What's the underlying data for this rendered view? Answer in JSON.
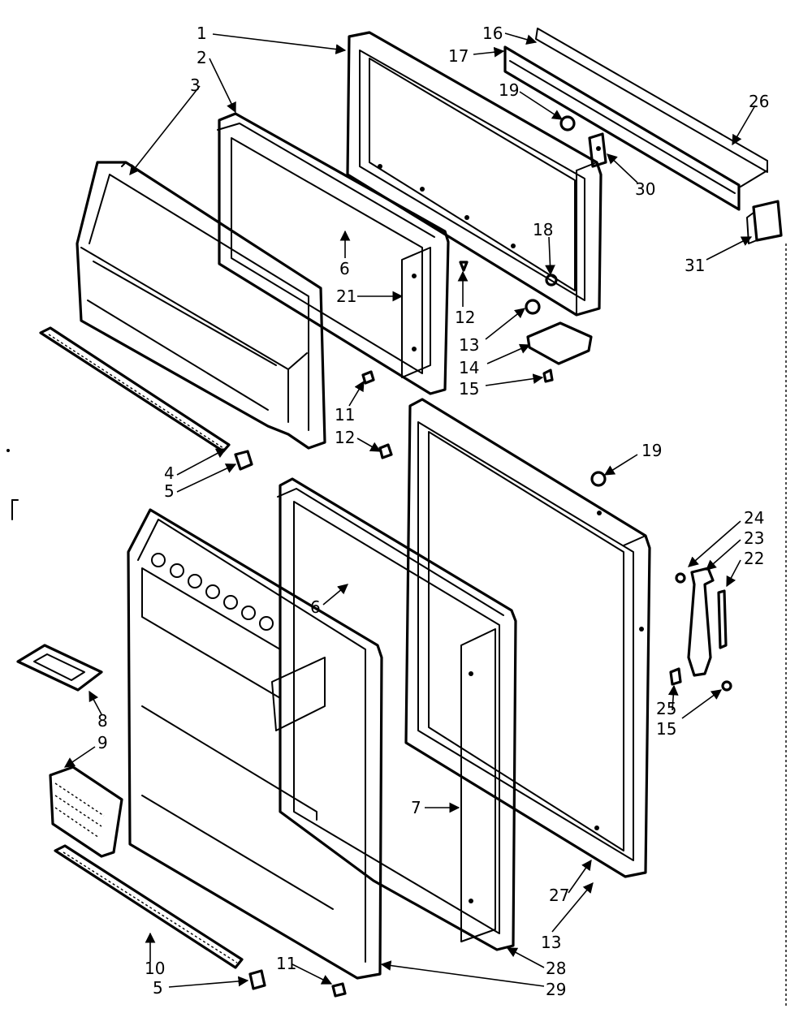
{
  "diagram": {
    "callouts": [
      {
        "label": "1"
      },
      {
        "label": "2"
      },
      {
        "label": "3"
      },
      {
        "label": "16"
      },
      {
        "label": "17"
      },
      {
        "label": "19"
      },
      {
        "label": "26"
      },
      {
        "label": "30"
      },
      {
        "label": "31"
      },
      {
        "label": "18"
      },
      {
        "label": "6"
      },
      {
        "label": "21"
      },
      {
        "label": "12"
      },
      {
        "label": "13"
      },
      {
        "label": "14"
      },
      {
        "label": "15"
      },
      {
        "label": "11"
      },
      {
        "label": "12"
      },
      {
        "label": "4"
      },
      {
        "label": "5"
      },
      {
        "label": "19"
      },
      {
        "label": "24"
      },
      {
        "label": "23"
      },
      {
        "label": "22"
      },
      {
        "label": "6"
      },
      {
        "label": "8"
      },
      {
        "label": "9"
      },
      {
        "label": "25"
      },
      {
        "label": "15"
      },
      {
        "label": "7"
      },
      {
        "label": "27"
      },
      {
        "label": "13"
      },
      {
        "label": "10"
      },
      {
        "label": "11"
      },
      {
        "label": "28"
      },
      {
        "label": "5"
      },
      {
        "label": "29"
      }
    ]
  }
}
